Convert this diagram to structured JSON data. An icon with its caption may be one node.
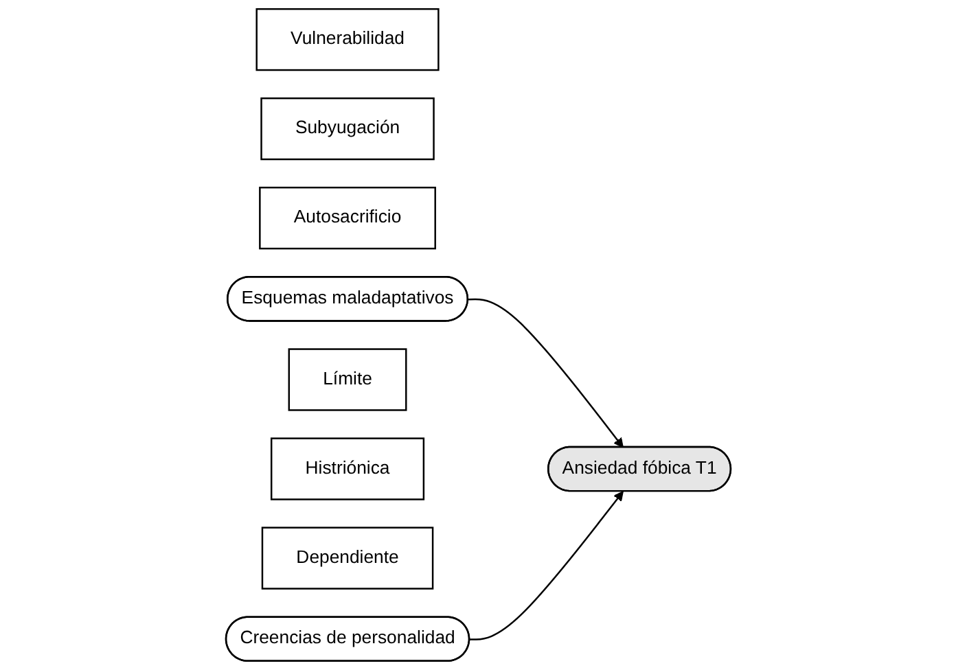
{
  "diagram": {
    "nodes": [
      {
        "text": [
          "Vulnerabilidad"
        ]
      },
      {
        "text": [
          "Subyugación"
        ]
      },
      {
        "text": [
          "Autosacrificio"
        ]
      },
      {
        "text": [
          "Esquemas maladaptativos"
        ]
      },
      {
        "text": [
          "Ansiedad fóbica T1"
        ]
      },
      {
        "text": [
          "Límite"
        ]
      },
      {
        "text": [
          "Histriónica"
        ]
      },
      {
        "text": [
          "Dependiente"
        ]
      },
      {
        "text": [
          "Creencias de personalidad"
        ]
      }
    ],
    "edges": [
      {
        "from": 3,
        "to": 4,
        "arrow": "to"
      },
      {
        "from": 8,
        "to": 4,
        "arrow": "to"
      }
    ]
  }
}
